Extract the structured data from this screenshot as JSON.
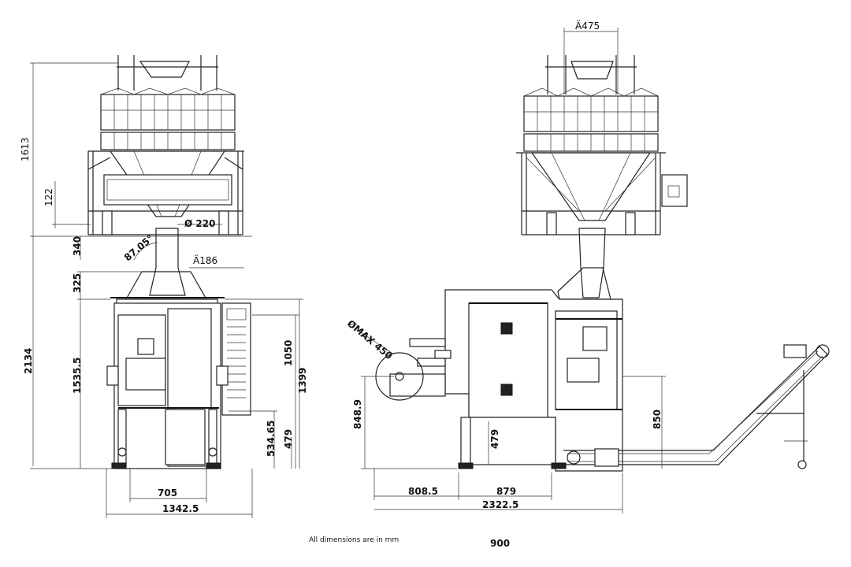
{
  "dimensions": {
    "top_diameter": "Ä475",
    "total_height_weigher": "1613",
    "h_122": "122",
    "diameter_220": "Ø 220",
    "h_340": "340",
    "angle": "87.05°",
    "diameter_186": "Ä186",
    "h_325": "325",
    "total_height": "2134",
    "h_1535_5": "1535.5",
    "h_1050": "1050",
    "h_1399": "1399",
    "h_534_65": "534.65",
    "h_479_left": "479",
    "w_705": "705",
    "w_1342_5": "1342.5",
    "film_max": "ØMAX 450",
    "h_848_9": "848.9",
    "h_479_right": "479",
    "h_850": "850",
    "w_808_5": "808.5",
    "w_879": "879",
    "w_2322_5": "2322.5",
    "w_900": "900"
  },
  "note": "All dimensions are in mm"
}
